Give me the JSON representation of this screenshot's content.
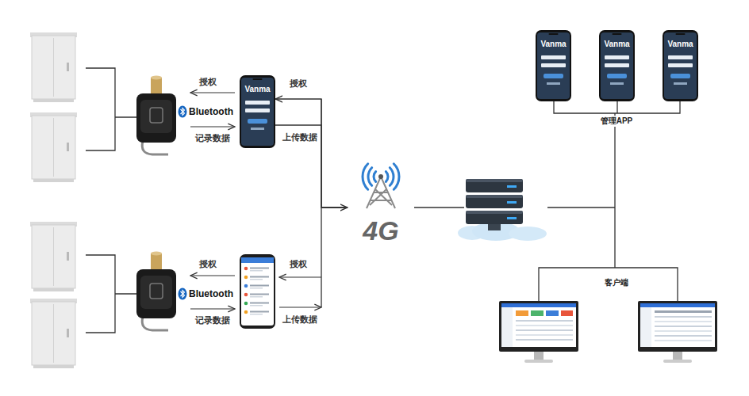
{
  "diagram": {
    "nodes": [
      {
        "text": [
          "Vanma"
        ]
      },
      {
        "text": [
          "4G"
        ]
      },
      {
        "text": [
          "Vanma"
        ]
      },
      {
        "text": [
          "Vanma"
        ]
      },
      {
        "text": [
          "Vanma"
        ]
      }
    ],
    "edges": [
      {
        "from": 1,
        "to": 0,
        "label": "授权",
        "arrow": "to"
      },
      {
        "from": 0,
        "to": 1,
        "label": "上传数据",
        "arrow": "to"
      }
    ],
    "labels": [
      "Bluetooth",
      "授权",
      "记录数据",
      "Bluetooth",
      "授权",
      "记录数据",
      "授权",
      "上传数据",
      "管理APP",
      "客户端"
    ]
  }
}
